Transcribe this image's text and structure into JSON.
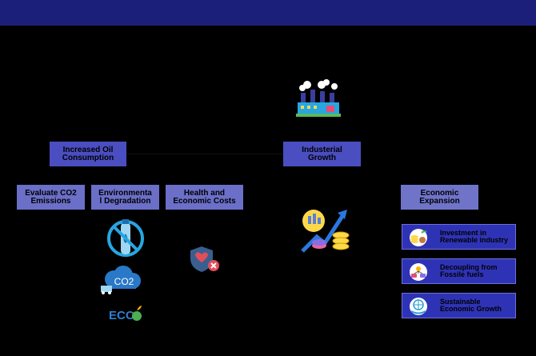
{
  "colors": {
    "topbar": "#1b1f7a",
    "background": "#000000",
    "node_main": "#4a4ec1",
    "node_sub": "#6b6fc8",
    "card": "#2e33b6"
  },
  "nodes": {
    "oil": "Increased Oil\nConsumption",
    "industrial": "Industerial\nGrowth",
    "co2": "Evaluate CO2\nEmissions",
    "env": "Environmenta\nl Degradation",
    "health": "Health and\nEconomic Costs",
    "econ": "Economic\nExpansion"
  },
  "cards": [
    {
      "label": "Investment in\nRenewable industry",
      "icon": "coins-growth-icon"
    },
    {
      "label": "Decoupling from\nFossile fuels",
      "icon": "network-icon"
    },
    {
      "label": "Sustainable\nEconomic Growth",
      "icon": "globe-hand-icon"
    }
  ],
  "icons": {
    "factory": "factory-icon",
    "growth": "growth-chart-icon",
    "bottle": "no-plastic-bottle-icon",
    "co2": "co2-cloud-icon",
    "eco": "eco-logo-icon",
    "shield": "health-shield-icon"
  },
  "eco_text": "ECO",
  "co2_text": "CO2"
}
